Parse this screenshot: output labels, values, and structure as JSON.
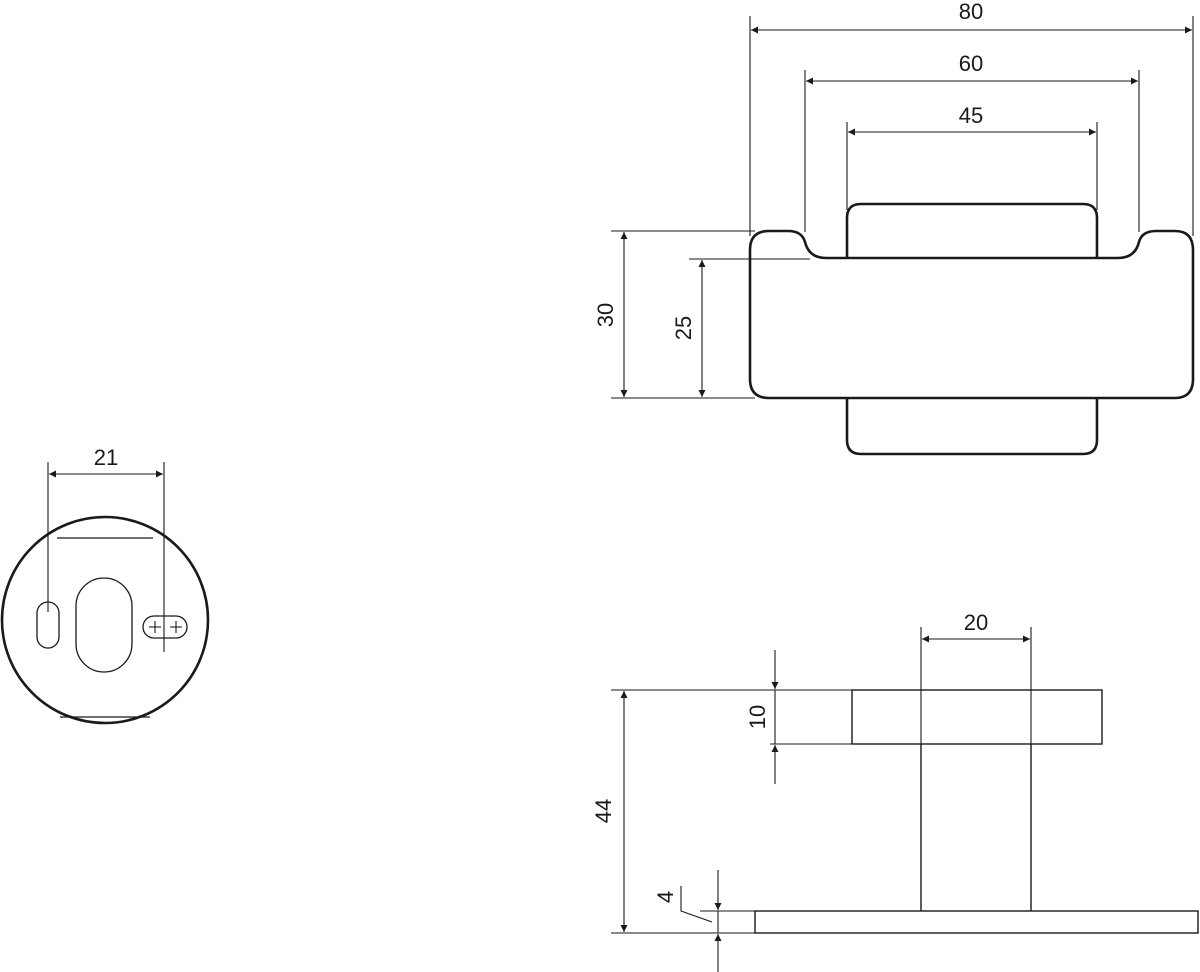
{
  "drawing": {
    "top_view": {
      "width_overall": "80",
      "width_middle": "60",
      "width_inner": "45",
      "height_overall": "30",
      "height_body": "25"
    },
    "side_view": {
      "stem_width": "20",
      "head_thickness": "10",
      "total_height": "44",
      "plate_thickness": "4"
    },
    "base_view": {
      "hole_spacing": "21"
    }
  }
}
